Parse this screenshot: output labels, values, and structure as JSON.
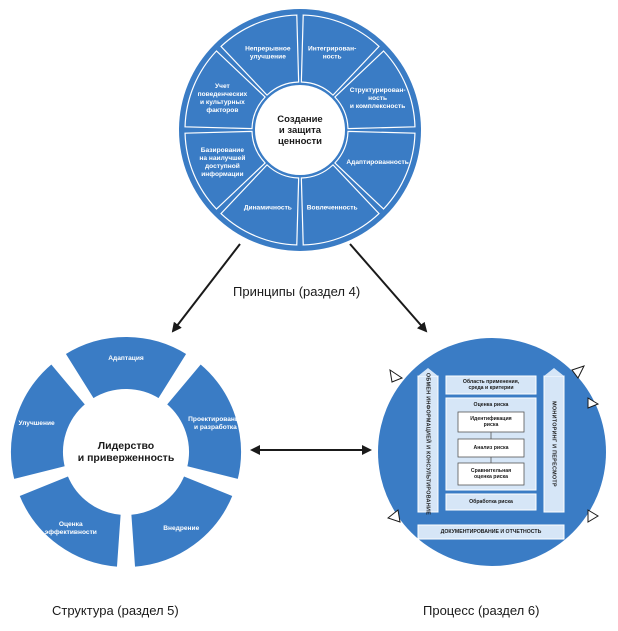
{
  "principles": {
    "center": [
      "Создание",
      "и защита",
      "ценности"
    ],
    "segments": [
      {
        "lines": [
          "Интегрирован-",
          "ность"
        ]
      },
      {
        "lines": [
          "Структурирован-",
          "ность",
          "и комплексность"
        ]
      },
      {
        "lines": [
          "Адаптированность"
        ]
      },
      {
        "lines": [
          "Вовлеченность"
        ]
      },
      {
        "lines": [
          "Динамичность"
        ]
      },
      {
        "lines": [
          "Базирование",
          "на наилучшей",
          "доступной",
          "информации"
        ]
      },
      {
        "lines": [
          "Учет",
          "поведенческих",
          "и культурных",
          "факторов"
        ]
      },
      {
        "lines": [
          "Непрерывное",
          "улучшение"
        ]
      }
    ],
    "caption": "Принципы (раздел 4)"
  },
  "framework": {
    "center": [
      "Лидерство",
      "и приверженность"
    ],
    "segments": [
      {
        "lines": [
          "Адаптация"
        ]
      },
      {
        "lines": [
          "Проектирование",
          "и разработка"
        ]
      },
      {
        "lines": [
          "Внедрение"
        ]
      },
      {
        "lines": [
          "Оценка",
          "эффективности"
        ]
      },
      {
        "lines": [
          "Улучшение"
        ]
      }
    ],
    "caption": "Структура (раздел 5)"
  },
  "process": {
    "left_bar": "ОБМЕН ИНФОРМАЦИЕЙ И КОНСУЛЬТИРОВАНИЕ",
    "right_bar": "МОНИТОРИНГ И ПЕРЕСМОТР",
    "scope": [
      "Область применения,",
      "среда и критерии"
    ],
    "assessment_title": "Оценка риска",
    "identification": [
      "Идентификация",
      "риска"
    ],
    "analysis": "Анализ риска",
    "evaluation": [
      "Сравнительная",
      "оценка риска"
    ],
    "treatment": "Обработка риска",
    "recording": "ДОКУМЕНТИРОВАНИЕ И ОТЧЕТНОСТЬ",
    "caption": "Процесс (раздел 6)"
  },
  "colors": {
    "blue": "#3a7cc5",
    "white": "#ffffff",
    "light_blue": "#d6e6f7",
    "arrow": "#1a1a1a"
  }
}
